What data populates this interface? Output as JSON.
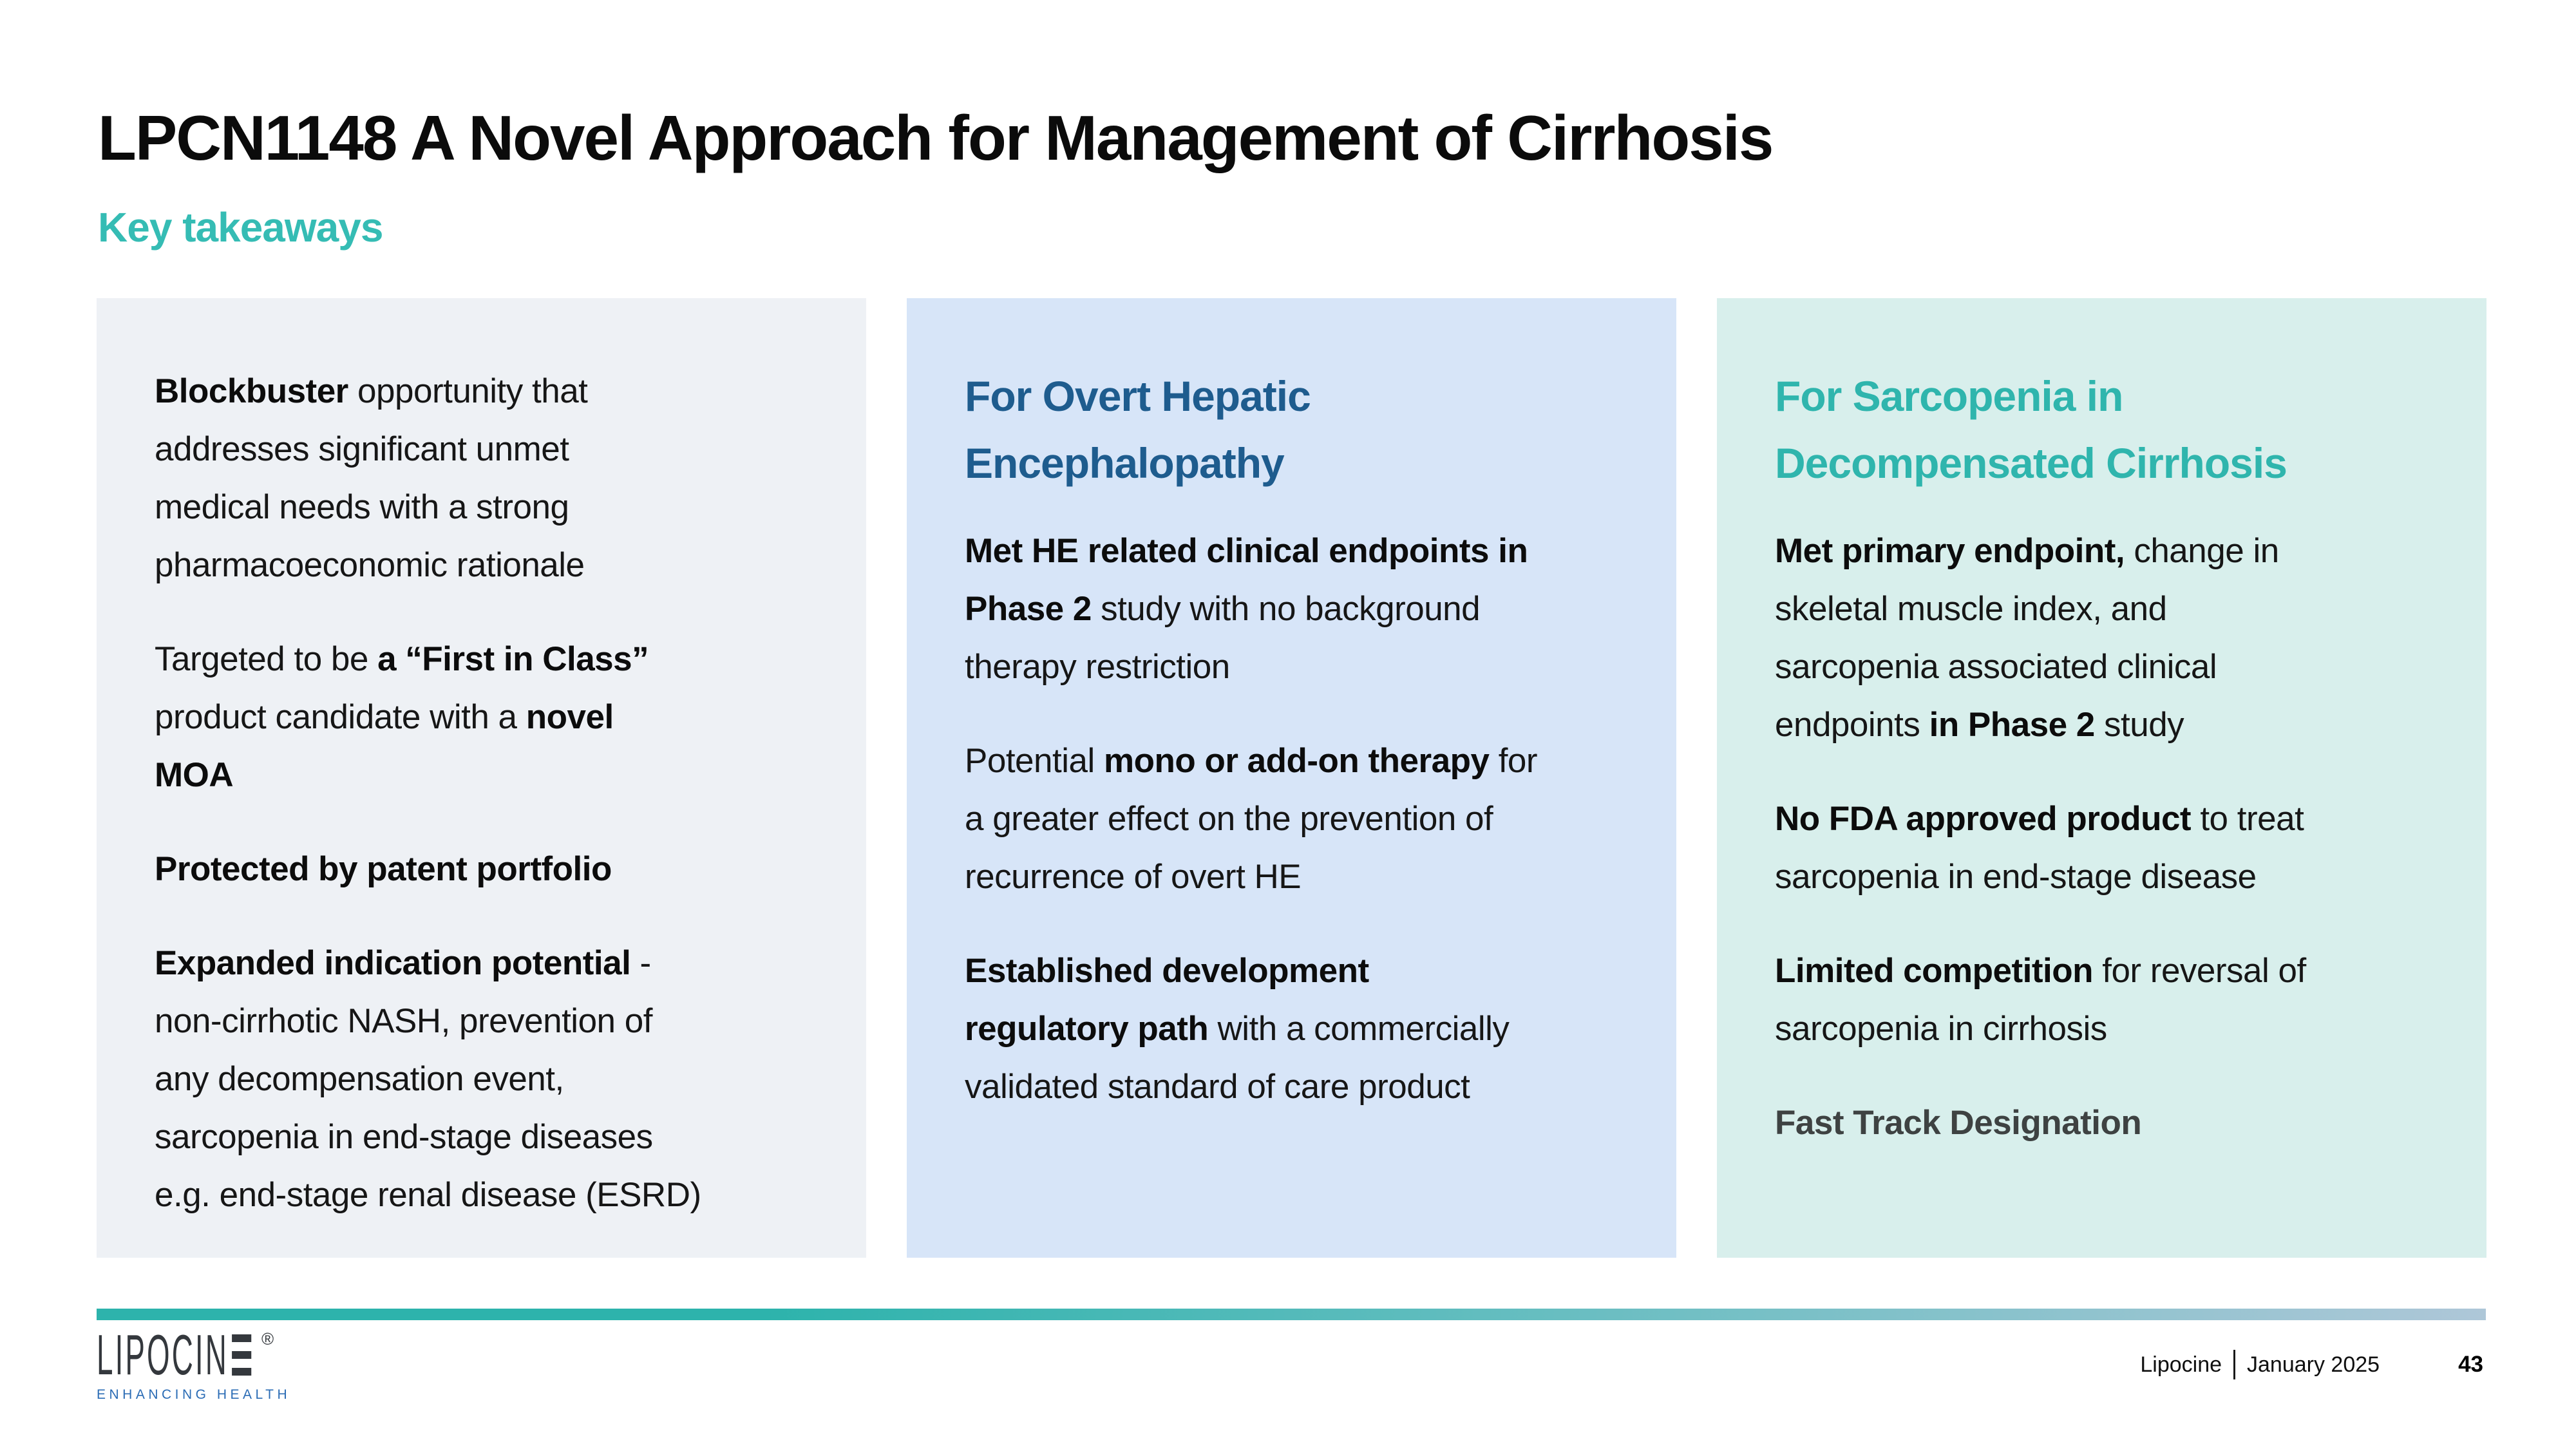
{
  "slide": {
    "title": "LPCN1148 A Novel Approach for Management of Cirrhosis",
    "subtitle": "Key takeaways"
  },
  "colors": {
    "subtitle_teal": "#35bcb4",
    "divider_left": "#2db3ac",
    "divider_mid": "#62bdbf",
    "divider_right": "#aec7d8",
    "tagline_blue": "#2b6cb5",
    "logo_charcoal": "#34383d"
  },
  "cards": [
    {
      "bg": "#eef1f5",
      "paragraphs": [
        [
          {
            "text": "Blockbuster",
            "bold": true
          },
          {
            "text": " opportunity that\naddresses significant unmet\nmedical needs with a strong\npharmacoeconomic rationale"
          }
        ],
        [
          {
            "text": "Targeted to be "
          },
          {
            "text": "a “First in Class”",
            "bold": true
          },
          {
            "text": "\nproduct candidate with a "
          },
          {
            "text": "novel\nMOA",
            "bold": true
          }
        ],
        [
          {
            "text": "Protected by patent portfolio",
            "bold": true
          }
        ],
        [
          {
            "text": "Expanded indication potential",
            "bold": true
          },
          {
            "text": " -\nnon-cirrhotic NASH, prevention of\nany decompensation event,\nsarcopenia in end-stage diseases\ne.g. end-stage renal disease (ESRD)"
          }
        ]
      ]
    },
    {
      "bg": "#d7e5f8",
      "title": "For Overt Hepatic\nEncephalopathy",
      "title_color": "#1e5c8e",
      "paragraphs": [
        [
          {
            "text": "Met HE related clinical endpoints in\nPhase 2",
            "bold": true
          },
          {
            "text": " study with no background\ntherapy restriction"
          }
        ],
        [
          {
            "text": "Potential "
          },
          {
            "text": "mono or add-on therapy",
            "bold": true
          },
          {
            "text": " for\na greater effect on the prevention of\nrecurrence of overt HE"
          }
        ],
        [
          {
            "text": "Established development\nregulatory path",
            "bold": true
          },
          {
            "text": " with a commercially\nvalidated standard of care product"
          }
        ]
      ]
    },
    {
      "bg": "#d8efec",
      "title": "For Sarcopenia in\nDecompensated Cirrhosis",
      "title_color": "#2fb5ad",
      "paragraphs": [
        [
          {
            "text": "Met primary endpoint,",
            "bold": true
          },
          {
            "text": " change in\nskeletal muscle index, and\nsarcopenia associated clinical\nendpoints "
          },
          {
            "text": "in Phase 2",
            "bold": true
          },
          {
            "text": " study"
          }
        ],
        [
          {
            "text": "No FDA approved product",
            "bold": true
          },
          {
            "text": " to treat\nsarcopenia in end-stage disease"
          }
        ],
        [
          {
            "text": "Limited competition",
            "bold": true
          },
          {
            "text": " for reversal of\nsarcopenia in cirrhosis"
          }
        ],
        [
          {
            "text": "Fast Track Designation",
            "bold": true,
            "color": "#3e4242"
          }
        ]
      ]
    }
  ],
  "footer": {
    "brand": "LIPOCINE",
    "brand_registered": "®",
    "brand_tagline": "ENHANCING HEALTH",
    "source": "Lipocine",
    "date": "January 2025",
    "page_number": "43"
  }
}
